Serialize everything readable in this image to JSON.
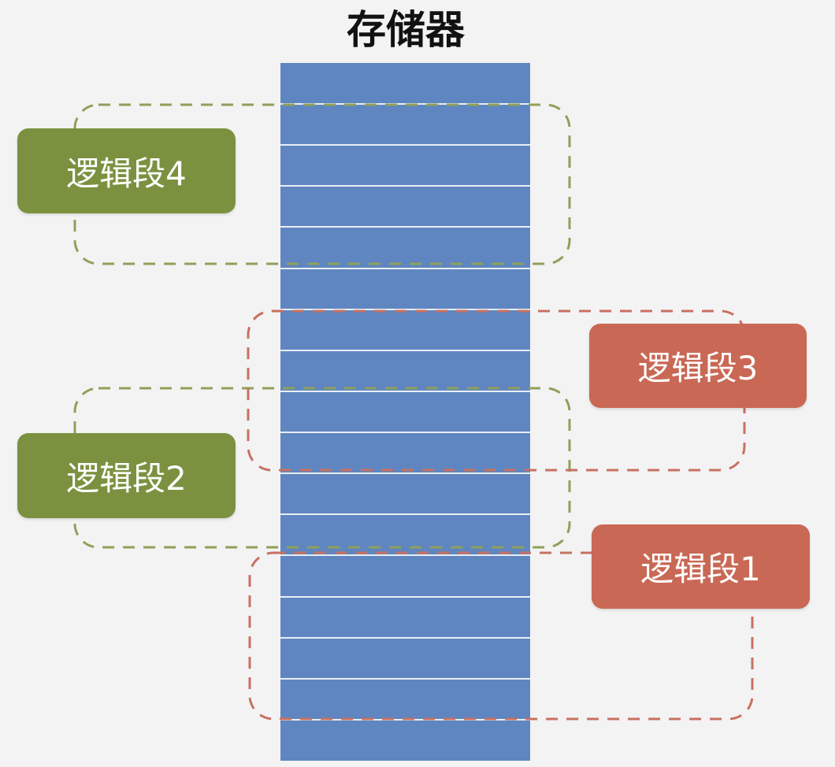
{
  "title": "存储器",
  "colors": {
    "memory_fill": "#5f86c0",
    "memory_row_line": "#e9eef7",
    "green_label": "#7b9140",
    "green_dashed_outline": "#8fa05a",
    "red_label": "#c96855",
    "red_dashed_outline": "#c87062",
    "background": "#f3f3f3"
  },
  "memory": {
    "row_count": 17
  },
  "segments": [
    {
      "id": "seg4",
      "label": "逻辑段4",
      "color": "green"
    },
    {
      "id": "seg3",
      "label": "逻辑段3",
      "color": "red"
    },
    {
      "id": "seg2",
      "label": "逻辑段2",
      "color": "green"
    },
    {
      "id": "seg1",
      "label": "逻辑段1",
      "color": "red"
    }
  ]
}
